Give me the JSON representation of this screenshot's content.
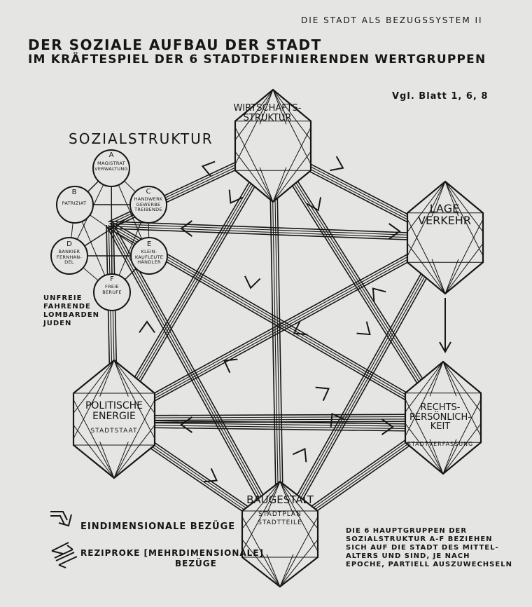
{
  "header": {
    "tag": "DIE STADT ALS BEZUGSSYSTEM II",
    "title_line1": "DER SOZIALE AUFBAU DER STADT",
    "title_line2": "IM KRÄFTESPIEL DER 6 STADTDEFINIERENDEN WERTGRUPPEN",
    "reference": "Vgl. Blatt 1, 6, 8"
  },
  "social_structure": {
    "label": "SOZIALSTRUKTUR",
    "groups": [
      {
        "letter": "A",
        "text": "MAGISTRAT\nVERWALTUNG"
      },
      {
        "letter": "B",
        "text": "PATRIZIAT"
      },
      {
        "letter": "C",
        "text": "HANDWERK\nGEWERBE\nTREIBENDE"
      },
      {
        "letter": "D",
        "text": "BANKIER\nFERNHAN-\nDEL"
      },
      {
        "letter": "E",
        "text": "KLEIN-\nKAUFLEUTE\nHÄNDLER"
      },
      {
        "letter": "F",
        "text": "FREIE\nBERUFE"
      }
    ],
    "side_note": "UNFREIE\nFAHRENDE\nLOMBARDEN\nJUDEN"
  },
  "value_groups": [
    {
      "id": "wirtschaft",
      "label": "WIRTSCHAFTS-\nSTRUKTUR",
      "sub": ""
    },
    {
      "id": "lage",
      "label": "LAGE\nVERKEHR",
      "sub": ""
    },
    {
      "id": "recht",
      "label": "RECHTS-\nPERSÖNLICH-\nKEIT",
      "sub": "STADTVERFASSUNG"
    },
    {
      "id": "bau",
      "label": "BAUGESTALT",
      "sub": "STADTPLAN\nSTADTTEILE"
    },
    {
      "id": "politik",
      "label": "POLITISCHE\nENERGIE",
      "sub": "STADTSTAAT"
    }
  ],
  "legend": {
    "one_dimensional": "EINDIMENSIONALE BEZÜGE",
    "reciprocal": "REZIPROKE [MEHRDIMENSIONALE]",
    "reciprocal_2": "BEZÜGE"
  },
  "footnote": "DIE 6 HAUPTGRUPPEN DER\nSOZIALSTRUKTUR A-F BEZIEHEN\nSICH AUF DIE STADT DES MITTEL-\nALTERS UND SIND, JE NACH\nEPOCHE, PARTIELL AUSZUWECHSELN"
}
